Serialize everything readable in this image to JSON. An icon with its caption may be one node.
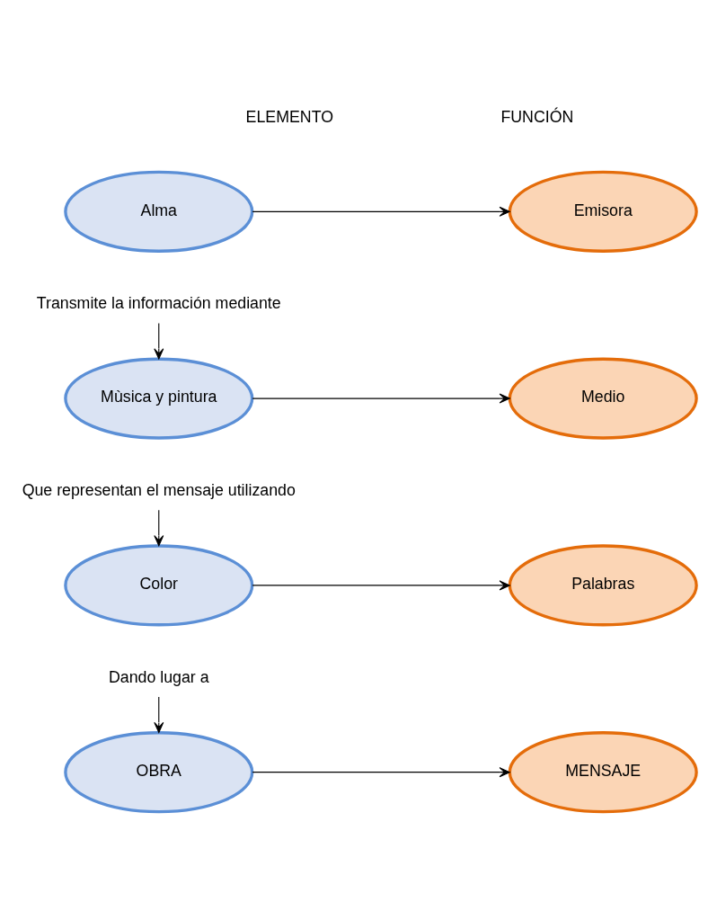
{
  "diagram": {
    "nodes": [
      {
        "text": [
          "Alma"
        ]
      },
      {
        "text": [
          "Emisora"
        ]
      },
      {
        "text": [
          "Transmite la información mediante"
        ]
      },
      {
        "text": [
          "Mùsica y pintura"
        ]
      },
      {
        "text": [
          "Medio"
        ]
      },
      {
        "text": [
          "Que representan el mensaje utilizando"
        ]
      },
      {
        "text": [
          "Color"
        ]
      },
      {
        "text": [
          "Palabras"
        ]
      },
      {
        "text": [
          "Dando lugar a"
        ]
      },
      {
        "text": [
          "OBRA"
        ]
      },
      {
        "text": [
          "MENSAJE"
        ]
      }
    ],
    "edges": [
      {
        "from": 0,
        "to": 1,
        "arrow": "to"
      },
      {
        "from": 2,
        "to": 3,
        "arrow": "to"
      },
      {
        "from": 3,
        "to": 4,
        "arrow": "to"
      },
      {
        "from": 5,
        "to": 6,
        "arrow": "to"
      },
      {
        "from": 6,
        "to": 7,
        "arrow": "to"
      },
      {
        "from": 8,
        "to": 9,
        "arrow": "to"
      },
      {
        "from": 9,
        "to": 10,
        "arrow": "to"
      }
    ],
    "labels": [
      "ELEMENTO",
      "FUNCIÓN"
    ]
  }
}
